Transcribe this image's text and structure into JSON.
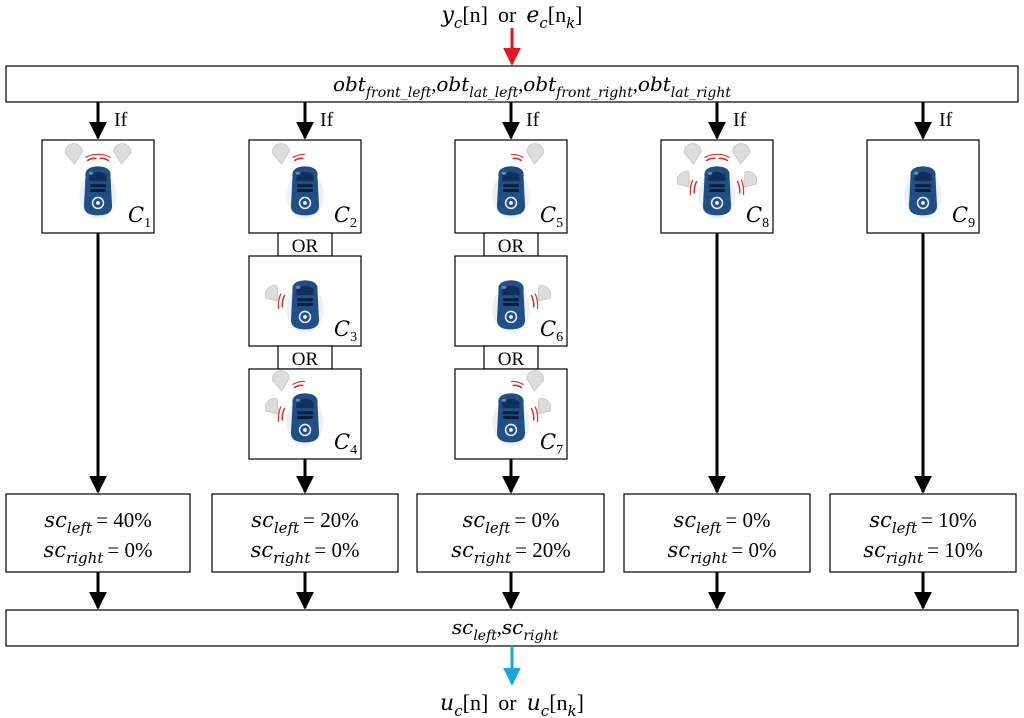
{
  "header": {
    "input_a_var": "y",
    "input_a_sub": "c",
    "input_a_idx": "[n]",
    "input_or": "or",
    "input_b_var": "e",
    "input_b_sub": "c",
    "input_b_idx": "[n",
    "input_b_idx_sub": "k",
    "input_b_idx_end": "]"
  },
  "top_box": {
    "items": [
      {
        "var": "obt",
        "sub": "front_left"
      },
      {
        "var": "obt",
        "sub": "lat_left"
      },
      {
        "var": "obt",
        "sub": "front_right"
      },
      {
        "var": "obt",
        "sub": "lat_right"
      }
    ],
    "separator": ","
  },
  "if_label": "If",
  "or_label": "OR",
  "conditions": [
    {
      "var": "C",
      "sub": "1"
    },
    {
      "var": "C",
      "sub": "2"
    },
    {
      "var": "C",
      "sub": "3"
    },
    {
      "var": "C",
      "sub": "4"
    },
    {
      "var": "C",
      "sub": "5"
    },
    {
      "var": "C",
      "sub": "6"
    },
    {
      "var": "C",
      "sub": "7"
    },
    {
      "var": "C",
      "sub": "8"
    },
    {
      "var": "C",
      "sub": "9"
    }
  ],
  "outputs": [
    {
      "left_var": "sc",
      "left_sub": "left",
      "left_val": "= 40%",
      "right_var": "sc",
      "right_sub": "right",
      "right_val": "= 0%"
    },
    {
      "left_var": "sc",
      "left_sub": "left",
      "left_val": "= 20%",
      "right_var": "sc",
      "right_sub": "right",
      "right_val": "= 0%"
    },
    {
      "left_var": "sc",
      "left_sub": "left",
      "left_val": "= 0%",
      "right_var": "sc",
      "right_sub": "right",
      "right_val": "= 20%"
    },
    {
      "left_var": "sc",
      "left_sub": "left",
      "left_val": "= 0%",
      "right_var": "sc",
      "right_sub": "right",
      "right_val": "= 0%"
    },
    {
      "left_var": "sc",
      "left_sub": "left",
      "left_val": "= 10%",
      "right_var": "sc",
      "right_sub": "right",
      "right_val": "= 10%"
    }
  ],
  "bottom_box": {
    "a_var": "sc",
    "a_sub": "left",
    "sep": ",",
    "b_var": "sc",
    "b_sub": "right"
  },
  "footer": {
    "output_a_var": "u",
    "output_a_sub": "c",
    "output_a_idx": "[n]",
    "output_or": "or",
    "output_b_var": "u",
    "output_b_sub": "c",
    "output_b_idx": "[n",
    "output_b_idx_sub": "k",
    "output_b_idx_end": "]"
  },
  "colors": {
    "input_arrow": "#e8141b",
    "output_arrow": "#1aa7e0",
    "robot_body": "#1f4f86",
    "robot_dark": "#123158",
    "signal": "#d9302c",
    "obstacle": "#dcdcdc"
  }
}
